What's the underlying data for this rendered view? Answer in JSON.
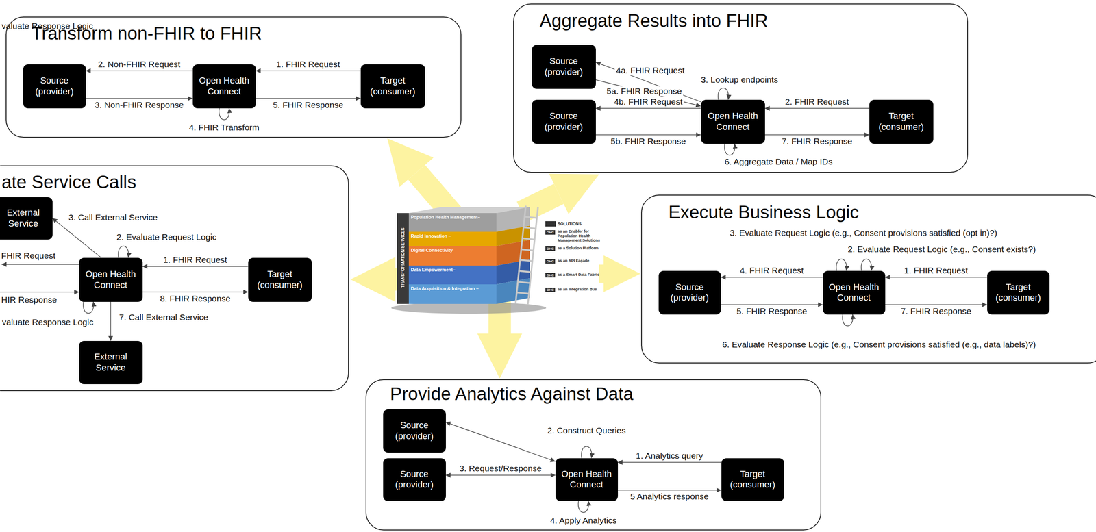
{
  "diagram": {
    "nodes": [
      {
        "text": [
          "Transform non-FHIR to FHIR"
        ]
      },
      {
        "text": [
          "Source (provider)"
        ],
        "in": 0
      },
      {
        "text": [
          "Open Health Connect"
        ],
        "in": 0
      },
      {
        "text": [
          "Target (consumer)"
        ],
        "in": 0
      },
      {
        "text": [
          "Aggregate Results into FHIR"
        ]
      },
      {
        "text": [
          "Source (provider)"
        ],
        "in": 4
      },
      {
        "text": [
          "Source (provider)"
        ],
        "in": 4
      },
      {
        "text": [
          "Open Health Connect"
        ],
        "in": 4
      },
      {
        "text": [
          "Target (consumer)"
        ],
        "in": 4
      },
      {
        "text": [
          "ate Service Calls"
        ]
      },
      {
        "text": [
          "External Service"
        ],
        "in": 9
      },
      {
        "text": [
          "Open Health Connect"
        ],
        "in": 9
      },
      {
        "text": [
          "Target (consumer)"
        ],
        "in": 9
      },
      {
        "text": [
          "External Service"
        ],
        "in": 9
      },
      {
        "text": [
          "Execute Business Logic"
        ]
      },
      {
        "text": [
          "Source (provider)"
        ],
        "in": 14
      },
      {
        "text": [
          "Open Health Connect"
        ],
        "in": 14
      },
      {
        "text": [
          "Target (consumer)"
        ],
        "in": 14
      },
      {
        "text": [
          "Provide Analytics Against Data"
        ]
      },
      {
        "text": [
          "Source (provider)"
        ],
        "in": 18
      },
      {
        "text": [
          "Source (provider)"
        ],
        "in": 18
      },
      {
        "text": [
          "Open Health Connect"
        ],
        "in": 18
      },
      {
        "text": [
          "Target (consumer)"
        ],
        "in": 18
      }
    ],
    "edges": [
      {
        "from": 3,
        "to": 2,
        "arrow": "to",
        "label": "1. FHIR Request"
      },
      {
        "from": 2,
        "to": 1,
        "arrow": "to",
        "label": "2. Non-FHIR Request"
      },
      {
        "from": 1,
        "to": 2,
        "arrow": "to",
        "label": "3. Non-FHIR Response"
      },
      {
        "from": 2,
        "to": 2,
        "arrow": "to",
        "label": "4. FHIR Transform"
      },
      {
        "from": 2,
        "to": 3,
        "arrow": "to",
        "label": "5. FHIR Response"
      },
      {
        "from": 8,
        "to": 7,
        "arrow": "to",
        "label": "2. FHIR Request"
      },
      {
        "from": 7,
        "to": 7,
        "arrow": "to",
        "label": "3. Lookup endpoints"
      },
      {
        "from": 7,
        "to": 5,
        "arrow": "to",
        "label": "4a. FHIR Request"
      },
      {
        "from": 5,
        "to": 7,
        "arrow": "to",
        "label": "5a. FHIR Response"
      },
      {
        "from": 7,
        "to": 6,
        "arrow": "to",
        "label": "4b. FHIR Request"
      },
      {
        "from": 6,
        "to": 7,
        "arrow": "to",
        "label": "5b. FHIR Response"
      },
      {
        "from": 7,
        "to": 7,
        "arrow": "to",
        "label": "6. Aggregate Data / Map IDs"
      },
      {
        "from": 7,
        "to": 8,
        "arrow": "to",
        "label": "7. FHIR Response"
      },
      {
        "from": 12,
        "to": 11,
        "arrow": "to",
        "label": "1. FHIR Request"
      },
      {
        "from": 11,
        "to": 11,
        "arrow": "to",
        "label": "2. Evaluate Request Logic"
      },
      {
        "from": 11,
        "to": 10,
        "arrow": "to",
        "label": "3. Call External Service"
      },
      {
        "from": 11,
        "to": 11,
        "arrow": "to",
        "label": "valuate Response Logic"
      },
      {
        "from": 11,
        "to": 13,
        "arrow": "to",
        "label": "7. Call External Service"
      },
      {
        "from": 11,
        "to": 12,
        "arrow": "to",
        "label": "8. FHIR Response"
      },
      {
        "from": 17,
        "to": 16,
        "arrow": "to",
        "label": "1. FHIR Request"
      },
      {
        "from": 16,
        "to": 16,
        "arrow": "to",
        "label": "2. Evaluate Request Logic (e.g., Consent exists?)"
      },
      {
        "from": 16,
        "to": 16,
        "arrow": "to",
        "label": "3. Evaluate Request Logic (e.g., Consent provisions satisfied (opt in)?)"
      },
      {
        "from": 16,
        "to": 15,
        "arrow": "to",
        "label": "4. FHIR Request"
      },
      {
        "from": 15,
        "to": 16,
        "arrow": "to",
        "label": "5. FHIR Response"
      },
      {
        "from": 16,
        "to": 16,
        "arrow": "to",
        "label": "6. Evaluate Response Logic (e.g., Consent provisions satisfied (e.g., data labels)?)"
      },
      {
        "from": 16,
        "to": 17,
        "arrow": "to",
        "label": "7. FHIR Response"
      },
      {
        "from": 22,
        "to": 21,
        "arrow": "to",
        "label": "1. Analytics query"
      },
      {
        "from": 21,
        "to": 21,
        "arrow": "to",
        "label": "2. Construct Queries"
      },
      {
        "from": 21,
        "to": 20,
        "arrow": "both",
        "label": "3. Request/Response"
      },
      {
        "from": 19,
        "to": 21,
        "arrow": "both"
      },
      {
        "from": 21,
        "to": 21,
        "arrow": "to",
        "label": "4. Apply Analytics"
      },
      {
        "from": 21,
        "to": 22,
        "arrow": "to",
        "label": "5 Analytics response"
      }
    ],
    "labels": [
      "FHIR Request",
      "HIR Response",
      "valuate Response Logic",
      "TRANSFORMATION SERVICES",
      "Population Health Management–",
      "Rapid Innovation –",
      "Digital Connectivity",
      "Data Empowerment–",
      "Data Acquisition & Integration –",
      "SOLUTIONS",
      "OHC",
      "as an Enabler for Population Health Management Solutions",
      "OHC",
      "as a Solution Platform",
      "OHC",
      "as an API Façade",
      "OHC",
      "as a Smart Data Fabric",
      "OHC",
      "as an Integration Bus"
    ]
  }
}
